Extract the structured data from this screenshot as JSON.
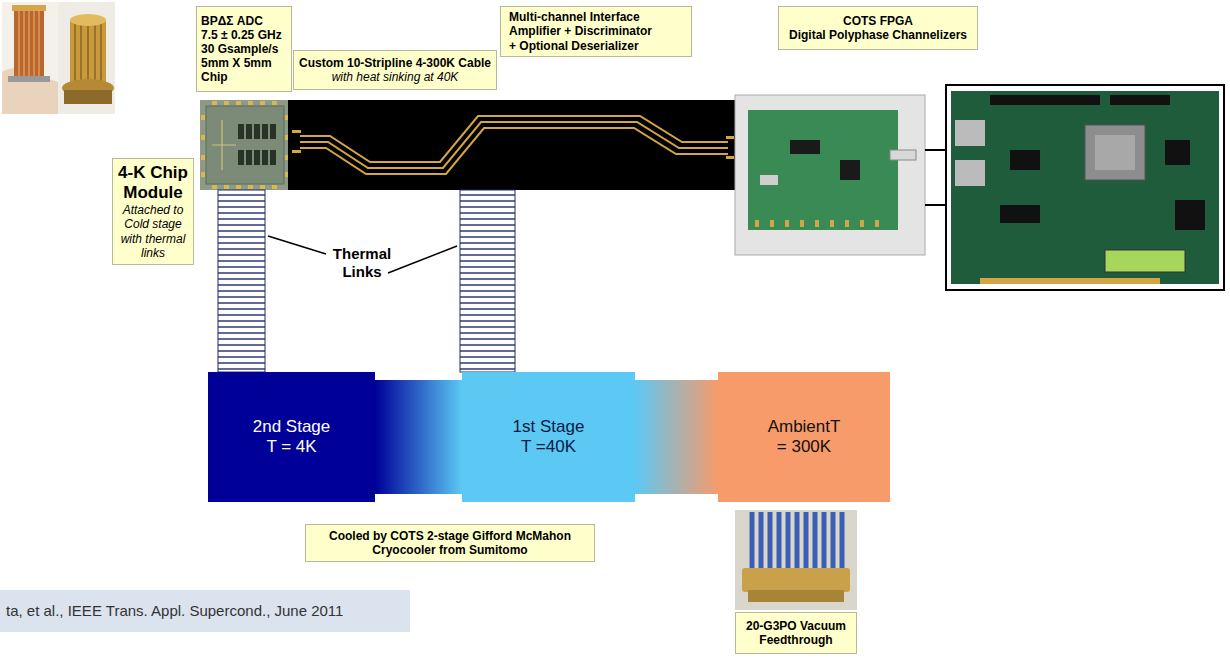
{
  "diagram": {
    "nodes": [
      {
        "text": [
          "BPΔΣ ADC",
          "7.5 ± 0.25 GHz 30 Gsample/s 5mm X 5mm Chip"
        ]
      },
      {
        "text": [
          "Custom 10-Stripline 4-300K Cable",
          "with heat sinking at 40K"
        ]
      },
      {
        "text": [
          "Multi-channel Interface",
          "Amplifier + Discriminator + Optional Deserializer"
        ]
      },
      {
        "text": [
          "COTS FPGA",
          "Digital Polyphase Channelizers"
        ]
      },
      {
        "text": [
          "4-K Chip Module",
          "Attached to Cold stage with thermal links"
        ]
      },
      {
        "text": [
          "2nd Stage T = 4K"
        ]
      },
      {
        "text": [
          "1st Stage T =40K"
        ]
      },
      {
        "text": [
          "AmbientT = 300K"
        ]
      },
      {
        "text": [
          "Cooled by COTS 2-stage Gifford McMahon Cryocooler from Sumitomo"
        ]
      },
      {
        "text": [
          "20-G3PO Vacuum Feedthrough"
        ]
      },
      {
        "text": [
          "ta, et al., IEEE Trans. Appl. Supercond., June 2011"
        ]
      }
    ],
    "labels": [
      "Thermal Links"
    ]
  }
}
